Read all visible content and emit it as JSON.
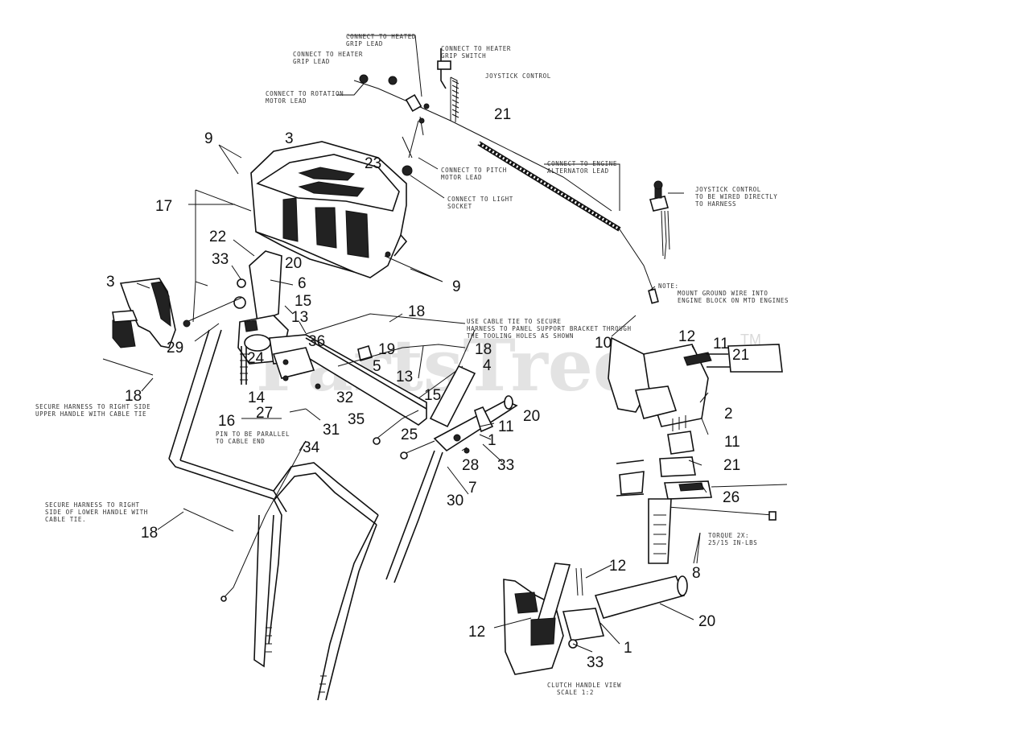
{
  "watermark": {
    "text": "PartsTree",
    "mark": "TM"
  },
  "callouts": {
    "c9a": "9",
    "c3a": "3",
    "c23": "23",
    "c21a": "21",
    "c17": "17",
    "c22": "22",
    "c33a": "33",
    "c20a": "20",
    "c3b": "3",
    "c6": "6",
    "c9b": "9",
    "c15a": "15",
    "c13a": "13",
    "c29": "29",
    "c18a": "18",
    "c36": "36",
    "c19": "19",
    "c5": "5",
    "c18b": "18",
    "c4": "4",
    "c24": "24",
    "c14": "14",
    "c13b": "13",
    "c18c": "18",
    "c32": "32",
    "c15b": "15",
    "c27": "27",
    "c20b": "20",
    "c16": "16",
    "c35": "35",
    "c31": "31",
    "c11a": "11",
    "c25": "25",
    "c1a": "1",
    "c34": "34",
    "c28": "28",
    "c33b": "33",
    "c30": "30",
    "c7": "7",
    "c18d": "18",
    "c10": "10",
    "c12a": "12",
    "c11b": "11",
    "c21b": "21",
    "c2": "2",
    "c11c": "11",
    "c21c": "21",
    "c26": "26",
    "c8": "8",
    "c12b": "12",
    "c20c": "20",
    "c12c": "12",
    "c1b": "1",
    "c33c": "33"
  },
  "notes": {
    "heated_grip": [
      "CONNECT TO HEATED",
      "GRIP LEAD"
    ],
    "heater_grip_switch": [
      "CONNECT TO HEATER",
      "GRIP SWITCH"
    ],
    "heater_grip_lead": [
      "CONNECT TO HEATER",
      "GRIP LEAD"
    ],
    "joystick_control": [
      "JOYSTICK CONTROL"
    ],
    "rotation_motor": [
      "CONNECT TO ROTATION",
      "MOTOR LEAD"
    ],
    "pitch_motor": [
      "CONNECT TO PITCH",
      "MOTOR LEAD"
    ],
    "light_socket": [
      "CONNECT TO LIGHT",
      "SOCKET"
    ],
    "alternator": [
      "CONNECT TO ENGINE",
      "ALTERNATOR LEAD"
    ],
    "joystick_wired": [
      "JOYSTICK CONTROL",
      "TO BE WIRED DIRECTLY",
      "TO HARNESS"
    ],
    "ground_wire": [
      "NOTE:",
      "MOUNT GROUND WIRE INTO",
      "ENGINE BLOCK ON MTD ENGINES"
    ],
    "panel_support": [
      "USE CABLE TIE TO SECURE",
      "HARNESS TO PANEL SUPPORT BRACKET THROUGH",
      "THE TOOLING HOLES AS SHOWN"
    ],
    "upper_handle": [
      "SECURE HARNESS TO RIGHT SIDE",
      "UPPER HANDLE WITH CABLE TIE"
    ],
    "pin_parallel": [
      "PIN TO BE PARALLEL",
      "TO CABLE END"
    ],
    "lower_handle": [
      "SECURE HARNESS TO RIGHT",
      "SIDE OF LOWER HANDLE WITH",
      "CABLE TIE."
    ],
    "torque": [
      "TORQUE 2X:",
      "25/15 IN-LBS"
    ],
    "clutch_view": [
      "CLUTCH HANDLE VIEW",
      "SCALE 1:2"
    ]
  }
}
